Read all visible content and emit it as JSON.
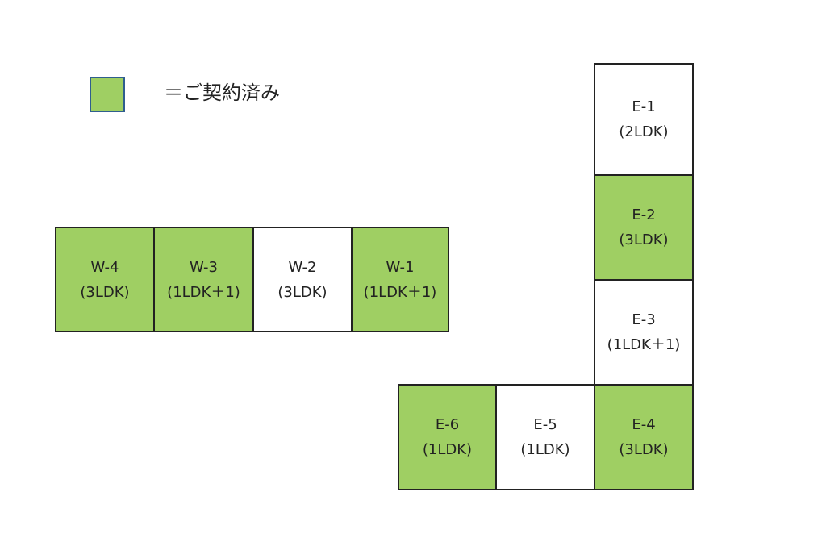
{
  "colors": {
    "contracted": "#9fcf63",
    "available": "#ffffff"
  },
  "legend": {
    "label": "＝ご契約済み"
  },
  "units": {
    "w4": {
      "code": "W-4",
      "type": "(3LDK)",
      "status": "contracted"
    },
    "w3": {
      "code": "W-3",
      "type": "(1LDK＋1)",
      "status": "contracted"
    },
    "w2": {
      "code": "W-2",
      "type": "(3LDK)",
      "status": "available"
    },
    "w1": {
      "code": "W-1",
      "type": "(1LDK＋1)",
      "status": "contracted"
    },
    "e1": {
      "code": "E-1",
      "type": "(2LDK)",
      "status": "available"
    },
    "e2": {
      "code": "E-2",
      "type": "(3LDK)",
      "status": "contracted"
    },
    "e3": {
      "code": "E-3",
      "type": "(1LDK＋1)",
      "status": "available"
    },
    "e4": {
      "code": "E-4",
      "type": "(3LDK)",
      "status": "contracted"
    },
    "e5": {
      "code": "E-5",
      "type": "(1LDK)",
      "status": "available"
    },
    "e6": {
      "code": "E-6",
      "type": "(1LDK)",
      "status": "contracted"
    }
  }
}
